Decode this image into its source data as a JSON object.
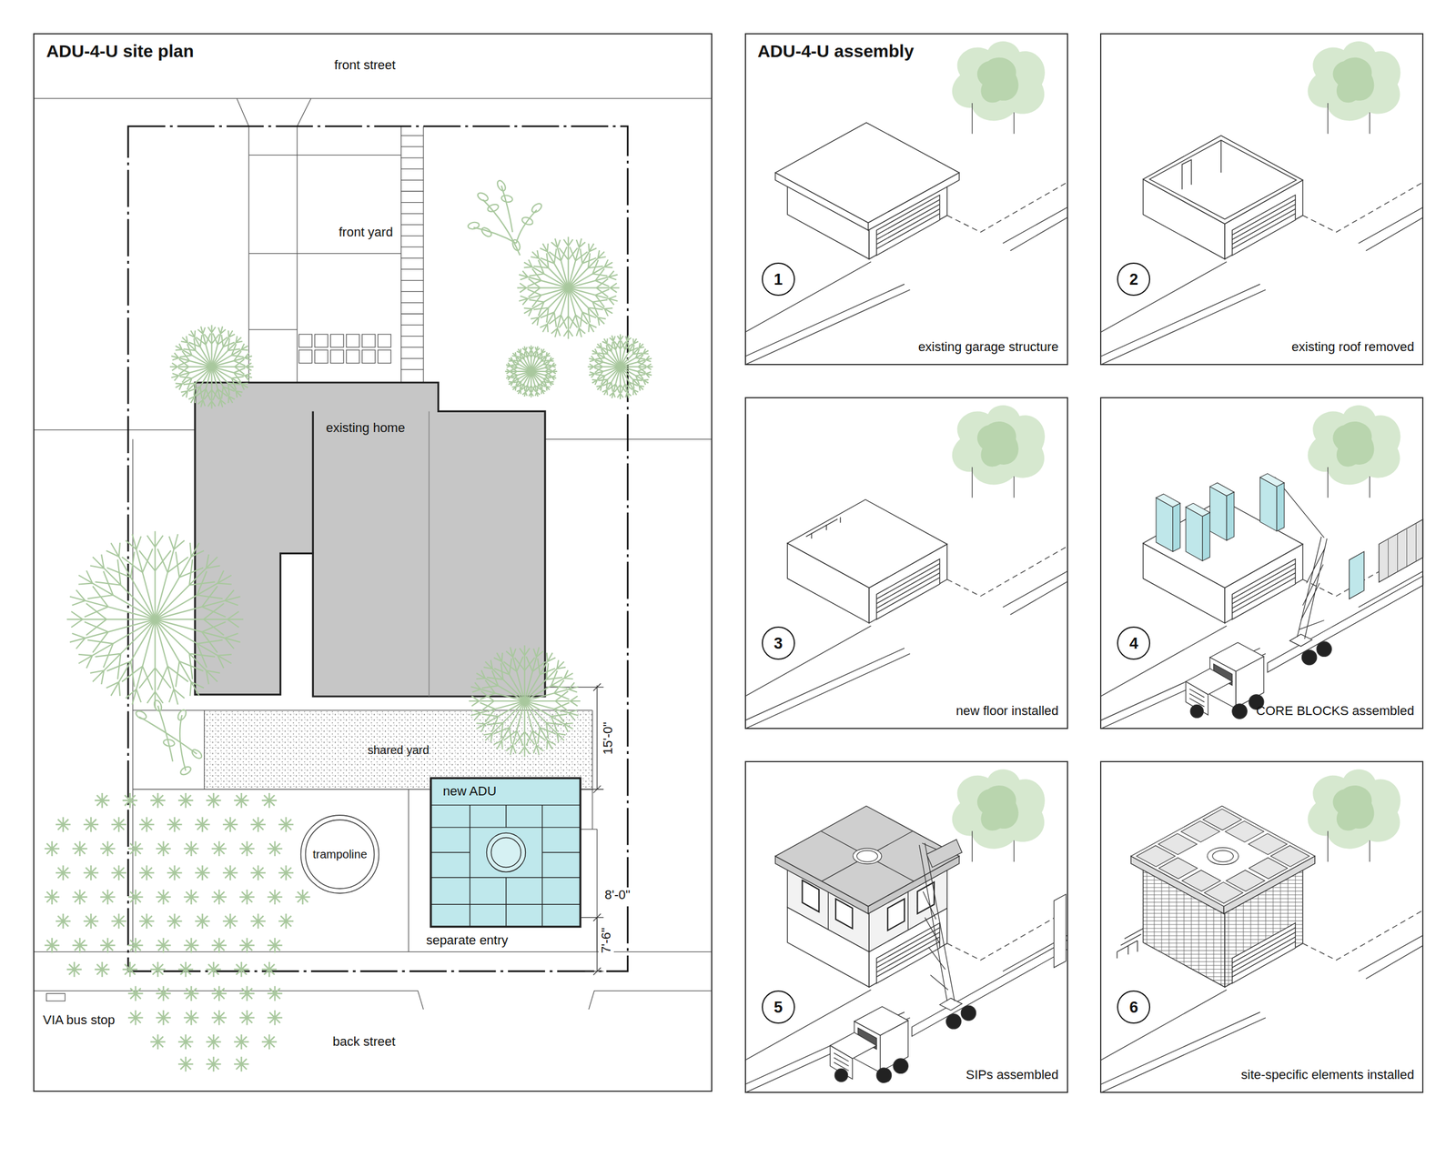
{
  "diagram": {
    "nodes": [
      {
        "text": [
          "ADU-4-U site plan"
        ]
      },
      {
        "text": [
          "existing home"
        ],
        "in": 0
      },
      {
        "text": [
          "shared yard"
        ],
        "in": 0
      },
      {
        "text": [
          "new ADU"
        ],
        "in": 0
      },
      {
        "text": [
          "trampoline"
        ],
        "in": 0
      },
      {
        "text": [
          "ADU-4-U assembly",
          "1",
          "existing garage structure"
        ]
      },
      {
        "text": [
          "2",
          "existing roof removed"
        ]
      },
      {
        "text": [
          "3",
          "new floor installed"
        ]
      },
      {
        "text": [
          "4",
          "CORE BLOCKS assembled"
        ]
      },
      {
        "text": [
          "5",
          "SIPs assembled"
        ]
      },
      {
        "text": [
          "6",
          "site-specific elements installed"
        ]
      }
    ],
    "labels": [
      "front street",
      "front yard",
      "15'-0\"",
      "8'-0\"",
      "separate entry",
      "7'-6\"",
      "VIA bus stop",
      "back street"
    ]
  }
}
